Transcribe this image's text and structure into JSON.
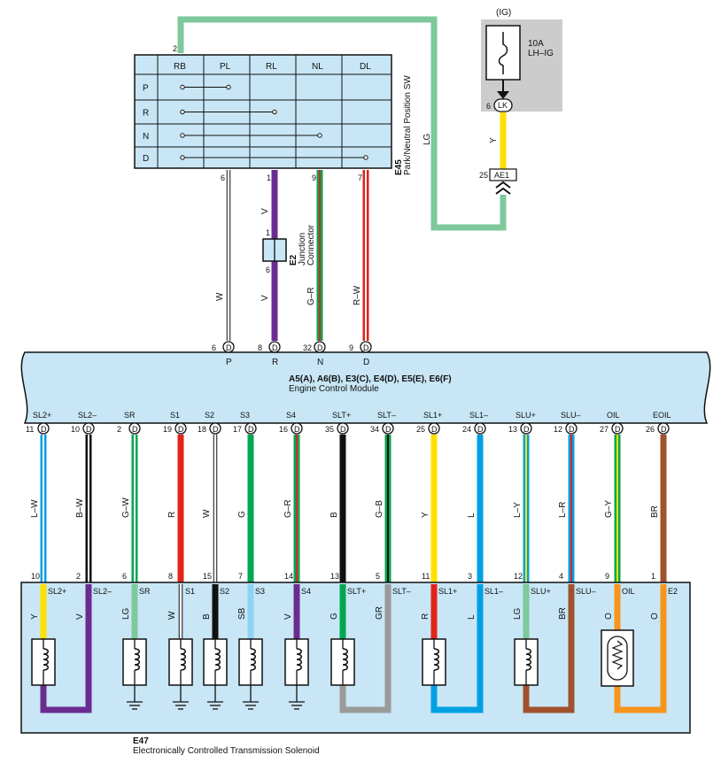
{
  "switch": {
    "code": "E45",
    "name": "Park/Neutral Position SW",
    "columns": [
      "RB",
      "PL",
      "RL",
      "NL",
      "DL"
    ],
    "rows": [
      "P",
      "R",
      "N",
      "D"
    ],
    "pin_top": "2",
    "pins_bottom": [
      "6",
      "1",
      "9",
      "7"
    ]
  },
  "fuse": {
    "circuit": "(IG)",
    "rating": "10A",
    "name": "LH–IG",
    "connector": "LK",
    "pin": "6"
  },
  "ae1": {
    "label": "AE1",
    "pin": "25"
  },
  "junction": {
    "code": "E2",
    "name_line1": "Junction",
    "name_line2": "Connector",
    "pin_in": "1",
    "pin_out": "6"
  },
  "upper_wires": {
    "lg": "LG",
    "y": "Y",
    "w": "W",
    "v_top": "V",
    "v_bot": "V",
    "gr": "G–R",
    "rw": "R–W"
  },
  "ecm": {
    "codes": "A5(A), A6(B), E3(C), E4(D), E5(E), E6(F)",
    "name": "Engine Control Module",
    "top_pins": [
      {
        "num": "6",
        "conn": "D",
        "label": "P"
      },
      {
        "num": "8",
        "conn": "D",
        "label": "R"
      },
      {
        "num": "32",
        "conn": "D",
        "label": "N"
      },
      {
        "num": "9",
        "conn": "D",
        "label": "D"
      }
    ],
    "bottom_pins": [
      {
        "name": "SL2+",
        "num": "11",
        "conn": "D"
      },
      {
        "name": "SL2–",
        "num": "10",
        "conn": "D"
      },
      {
        "name": "SR",
        "num": "2",
        "conn": "D"
      },
      {
        "name": "S1",
        "num": "19",
        "conn": "D"
      },
      {
        "name": "S2",
        "num": "18",
        "conn": "D"
      },
      {
        "name": "S3",
        "num": "17",
        "conn": "D"
      },
      {
        "name": "S4",
        "num": "16",
        "conn": "D"
      },
      {
        "name": "SLT+",
        "num": "35",
        "conn": "D"
      },
      {
        "name": "SLT–",
        "num": "34",
        "conn": "D"
      },
      {
        "name": "SL1+",
        "num": "25",
        "conn": "D"
      },
      {
        "name": "SL1–",
        "num": "24",
        "conn": "D"
      },
      {
        "name": "SLU+",
        "num": "13",
        "conn": "D"
      },
      {
        "name": "SLU–",
        "num": "12",
        "conn": "D"
      },
      {
        "name": "OIL",
        "num": "27",
        "conn": "D"
      },
      {
        "name": "EOIL",
        "num": "26",
        "conn": "D"
      }
    ]
  },
  "lower_wire_labels": [
    "L–W",
    "B–W",
    "G–W",
    "R",
    "W",
    "G",
    "G–R",
    "B",
    "G–B",
    "Y",
    "L",
    "L–Y",
    "L–R",
    "G–Y",
    "BR"
  ],
  "solenoid": {
    "code": "E47",
    "name": "Electronically Controlled Transmission Solenoid",
    "pin_nums": [
      "10",
      "2",
      "6",
      "8",
      "15",
      "7",
      "14",
      "13",
      "5",
      "11",
      "3",
      "12",
      "4",
      "9",
      "1"
    ],
    "pin_names": [
      "SL2+",
      "SL2–",
      "SR",
      "S1",
      "S2",
      "S3",
      "S4",
      "SLT+",
      "SLT–",
      "SL1+",
      "SL1–",
      "SLU+",
      "SLU–",
      "OIL",
      "E2"
    ],
    "inner_labels": [
      "Y",
      "V",
      "LG",
      "W",
      "B",
      "SB",
      "V",
      "G",
      "GR",
      "R",
      "L",
      "LG",
      "BR",
      "O",
      "O"
    ]
  },
  "colors": {
    "panel": "#c8e6f5",
    "lg": "#7dc99b",
    "yellow": "#ffe000",
    "purple": "#6a2c91",
    "green": "#00a651",
    "red": "#e2231a",
    "blue": "#00a0e3",
    "gray": "#9a9a9a",
    "brown": "#a0522d",
    "orange": "#f7941d",
    "black": "#111111",
    "white": "#ffffff",
    "fusebox": "#cccccc"
  }
}
